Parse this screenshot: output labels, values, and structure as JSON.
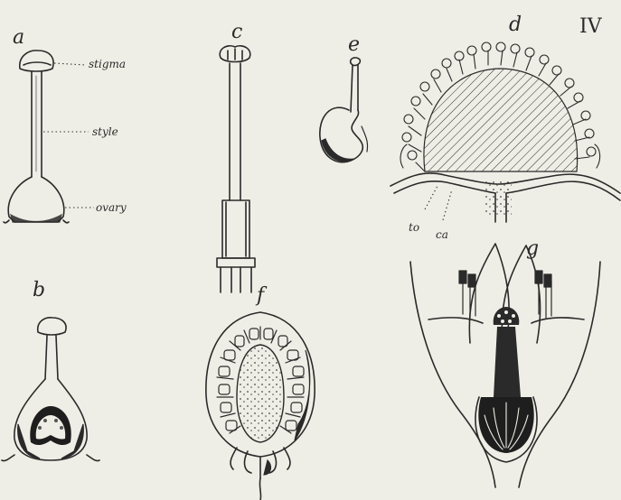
{
  "plate_number": "IV",
  "figures": {
    "a": {
      "letter": "a",
      "labels": {
        "stigma": "stigma",
        "style": "style",
        "ovary": "ovary"
      }
    },
    "b": {
      "letter": "b"
    },
    "c": {
      "letter": "c"
    },
    "d": {
      "letter": "d",
      "labels": {
        "to": "to",
        "ca": "ca"
      }
    },
    "e": {
      "letter": "e"
    },
    "f": {
      "letter": "f"
    },
    "g": {
      "letter": "g"
    }
  }
}
